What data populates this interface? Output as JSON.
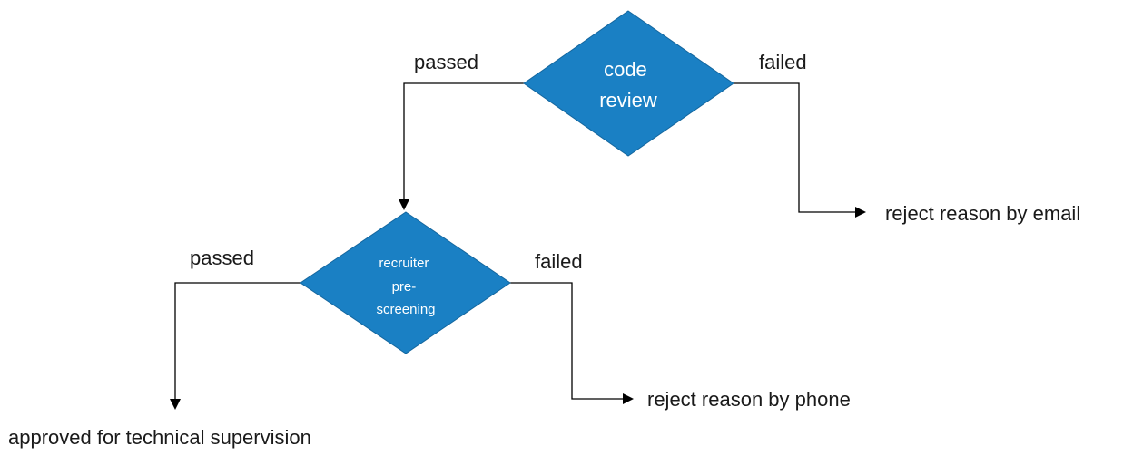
{
  "colors": {
    "decision_fill": "#1a80c4",
    "decision_text": "#ffffff",
    "line": "#000000",
    "text": "#1a1a1a"
  },
  "nodes": {
    "code_review": {
      "lines": [
        "code",
        "review"
      ]
    },
    "recruiter_prescreening": {
      "lines": [
        "recruiter",
        "pre-",
        "screening"
      ]
    }
  },
  "edges": {
    "code_review_passed": "passed",
    "code_review_failed": "failed",
    "prescreening_passed": "passed",
    "prescreening_failed": "failed"
  },
  "outcomes": {
    "reject_email": "reject reason by email",
    "reject_phone": "reject reason by phone",
    "approved": "approved for technical supervision"
  }
}
